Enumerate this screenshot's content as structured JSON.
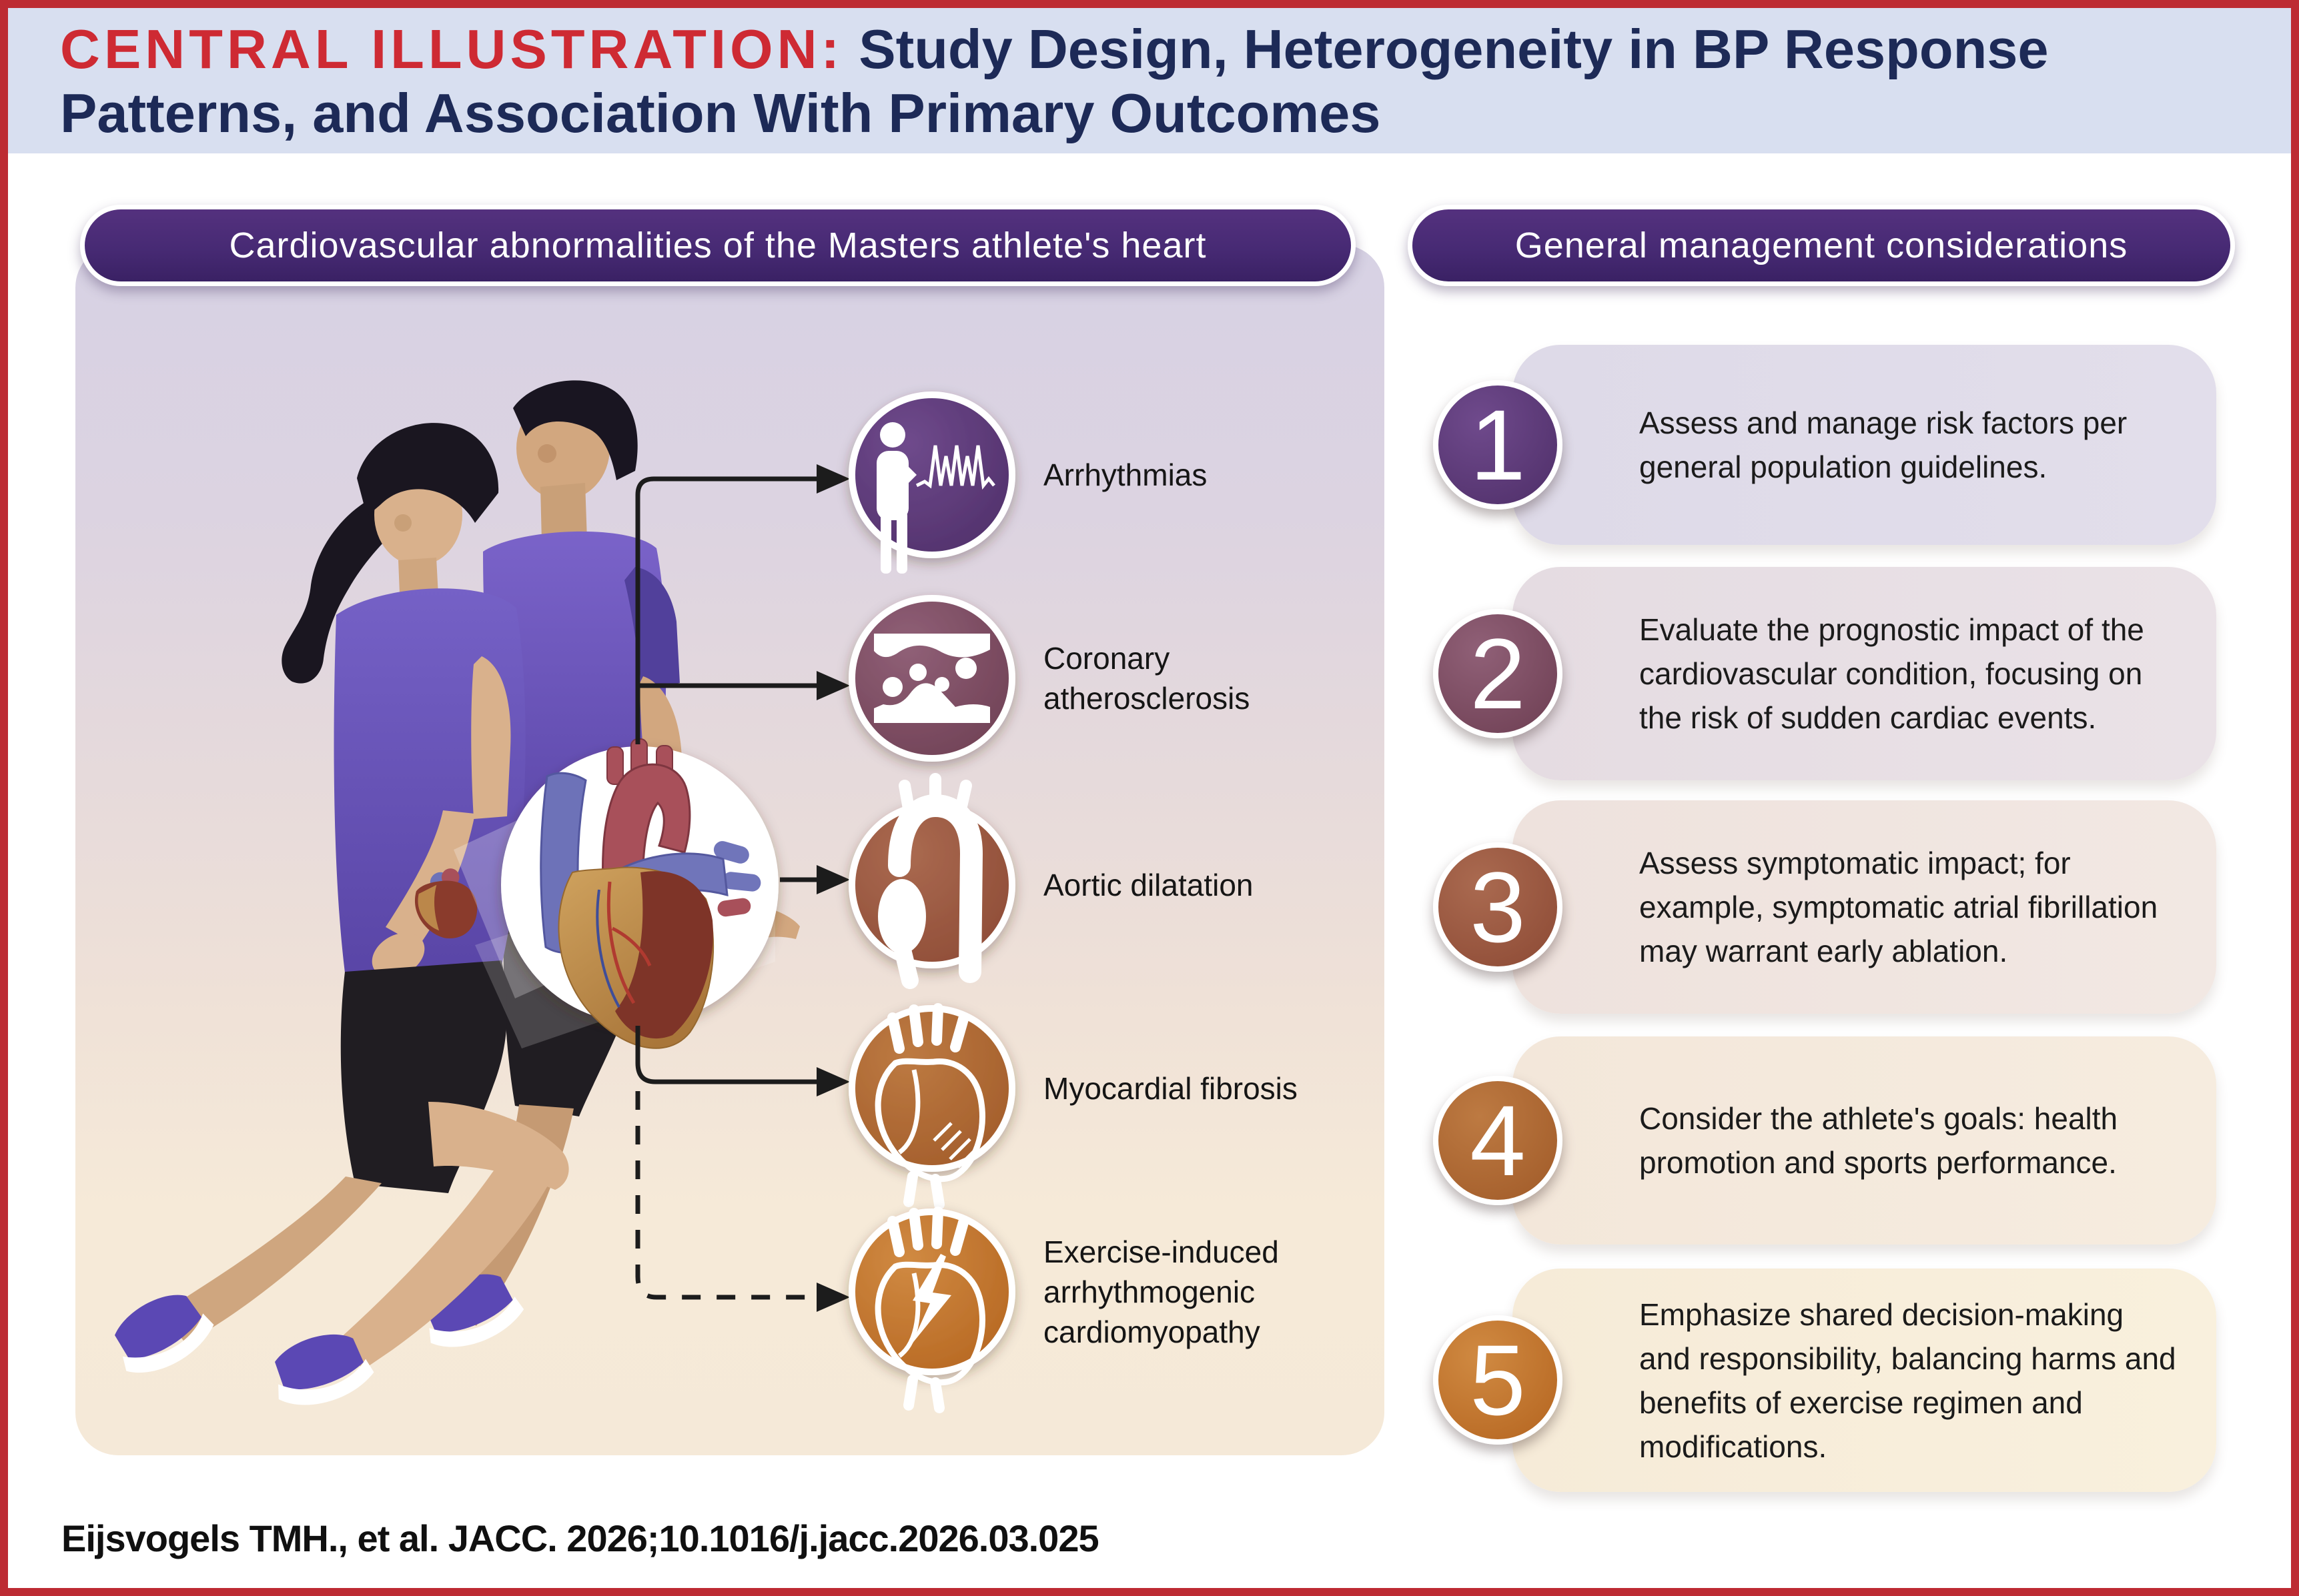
{
  "header": {
    "label": "CENTRAL ILLUSTRATION:",
    "title": " Study Design, Heterogeneity in BP Response Patterns, and Association With Primary Outcomes"
  },
  "left_panel": {
    "title": "Cardiovascular abnormalities of the Masters athlete's heart",
    "items": [
      {
        "label": "Arrhythmias",
        "icon": "arrhythmias-person-ecg-icon",
        "circle_color": "#5a3676"
      },
      {
        "label": "Coronary atherosclerosis",
        "icon": "artery-plaque-icon",
        "circle_color": "#7d4a5c"
      },
      {
        "label": "Aortic dilatation",
        "icon": "aorta-icon",
        "circle_color": "#9a5340"
      },
      {
        "label": "Myocardial fibrosis",
        "icon": "heart-cross-section-icon",
        "circle_color": "#ad6233"
      },
      {
        "label": "Exercise-induced arrhythmogenic cardiomyopathy",
        "icon": "heart-lightning-icon",
        "circle_color": "#c06c2c"
      }
    ]
  },
  "right_panel": {
    "title": "General management considerations",
    "items": [
      {
        "num": "1",
        "text": "Assess and manage risk factors per general population guidelines.",
        "circle_color": "#5d3a78",
        "card_color": "#dfdbe9"
      },
      {
        "num": "2",
        "text": "Evaluate the prognostic impact of the cardiovascular condition, focusing on the risk of sudden cardiac events.",
        "circle_color": "#7d4a5e",
        "card_color": "#e6dde3"
      },
      {
        "num": "3",
        "text": "Assess symptomatic impact; for example, symptomatic atrial fibrillation may warrant early ablation.",
        "circle_color": "#99523c",
        "card_color": "#efe3de"
      },
      {
        "num": "4",
        "text": "Consider the athlete's goals: health promotion and sports performance.",
        "circle_color": "#b06630",
        "card_color": "#f4e8db"
      },
      {
        "num": "5",
        "text": "Emphasize shared decision-making and responsibility, balancing harms and benefits of exercise regimen and modifications.",
        "circle_color": "#c7752e",
        "card_color": "#f7ecd9"
      }
    ]
  },
  "footer": {
    "citation": "Eijsvogels TMH., et al. JACC. 2026;10.1016/j.jacc.2026.03.025"
  },
  "colors": {
    "border_red": "#bd2b33",
    "header_bg": "#d8dff0",
    "header_red": "#ce2a33",
    "header_navy": "#1d2a57",
    "pill_purple": "#472a74"
  }
}
